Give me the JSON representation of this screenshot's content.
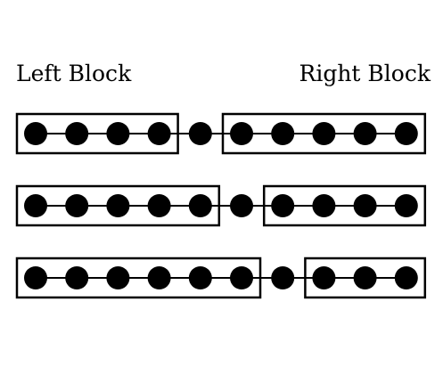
{
  "labels": {
    "left": "Left Block",
    "right": "Right Block"
  },
  "diagram": {
    "total_nodes": 10,
    "rows": [
      {
        "left_count": 4,
        "right_count": 5
      },
      {
        "left_count": 5,
        "right_count": 4
      },
      {
        "left_count": 6,
        "right_count": 3
      }
    ],
    "colors": {
      "node": "#000000",
      "line": "#000000",
      "box_stroke": "#000000",
      "background": "#ffffff"
    }
  }
}
